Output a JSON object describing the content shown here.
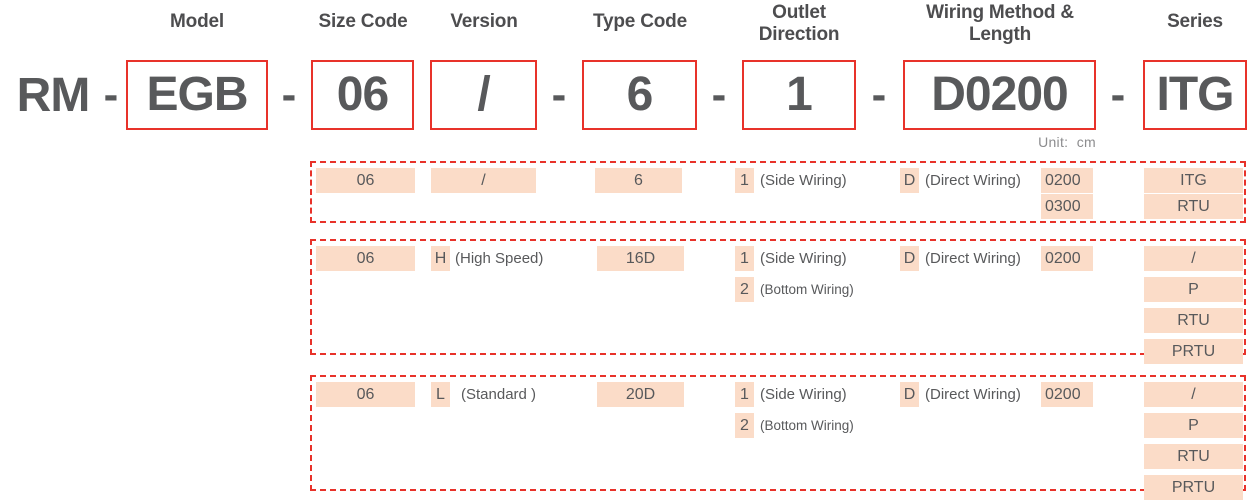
{
  "diagram": {
    "title": "RM-EGB-06/-6-1-D0200-ITG ordering code",
    "unit_note": "Unit:  cm",
    "accent_red": "#e8322a",
    "chip_bg": "#fbdcc8",
    "text_gray": "#58595b"
  },
  "headers": [
    {
      "label": "Model"
    },
    {
      "label": "Size Code"
    },
    {
      "label": "Version"
    },
    {
      "label": "Type Code"
    },
    {
      "label": "Outlet\nDirection"
    },
    {
      "label": "Wiring Method &\nLength"
    },
    {
      "label": "Series"
    }
  ],
  "header_lines": {
    "model": "Model",
    "size_code": "Size Code",
    "version": "Version",
    "type_code": "Type Code",
    "outlet_direction_l1": "Outlet",
    "outlet_direction_l2": "Direction",
    "wiring_l1": "Wiring Method &",
    "wiring_l2": "Length",
    "series": "Series"
  },
  "code_line": {
    "prefix": "RM",
    "sep": "-",
    "model": "EGB",
    "size_code": "06",
    "version": "/",
    "type_code": "6",
    "outlet_direction": "1",
    "wiring": "D0200",
    "series": "ITG"
  },
  "blocks": [
    {
      "id": "block-1",
      "size_code": "06",
      "version_code": "/",
      "version_desc": "",
      "type_code": "6",
      "outlet": [
        {
          "code": "1",
          "desc": "(Side Wiring)"
        }
      ],
      "wiring_code": "D",
      "wiring_desc": "(Direct Wiring)",
      "lengths": [
        "0200",
        "0300"
      ],
      "series": [
        "ITG",
        "RTU"
      ]
    },
    {
      "id": "block-2",
      "size_code": "06",
      "version_code": "H",
      "version_desc": "(High Speed)",
      "type_code": "16D",
      "outlet": [
        {
          "code": "1",
          "desc": "(Side Wiring)"
        },
        {
          "code": "2",
          "desc": "(Bottom Wiring)"
        }
      ],
      "wiring_code": "D",
      "wiring_desc": "(Direct Wiring)",
      "lengths": [
        "0200"
      ],
      "series": [
        "/",
        "P",
        "RTU",
        "PRTU"
      ]
    },
    {
      "id": "block-3",
      "size_code": "06",
      "version_code": "L",
      "version_desc": "(Standard )",
      "type_code": "20D",
      "outlet": [
        {
          "code": "1",
          "desc": "(Side Wiring)"
        },
        {
          "code": "2",
          "desc": "(Bottom Wiring)"
        }
      ],
      "wiring_code": "D",
      "wiring_desc": "(Direct Wiring)",
      "lengths": [
        "0200"
      ],
      "series": [
        "/",
        "P",
        "RTU",
        "PRTU"
      ]
    }
  ]
}
